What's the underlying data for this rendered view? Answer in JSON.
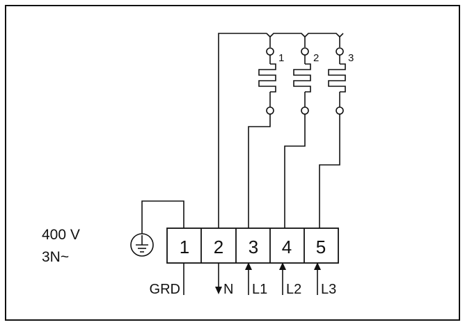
{
  "supply": {
    "voltage": "400 V",
    "type": "3N~"
  },
  "terminals": [
    {
      "number": "1",
      "label": "GRD"
    },
    {
      "number": "2",
      "label": "N"
    },
    {
      "number": "3",
      "label": "L1"
    },
    {
      "number": "4",
      "label": "L2"
    },
    {
      "number": "5",
      "label": "L3"
    }
  ],
  "heating_elements": [
    "1",
    "2",
    "3"
  ],
  "colors": {
    "line": "#111111",
    "background": "#ffffff"
  }
}
